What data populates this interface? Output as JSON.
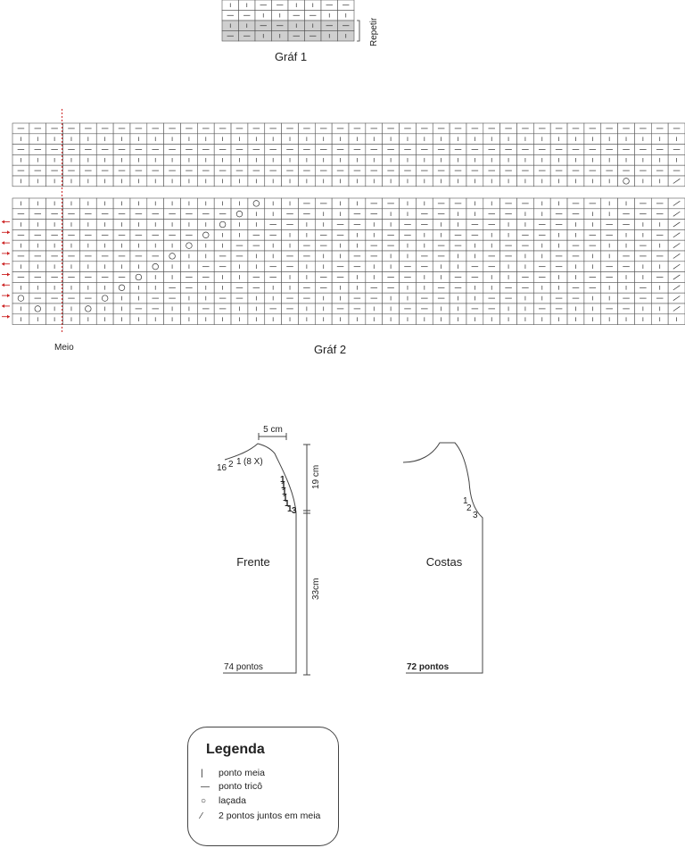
{
  "chart1": {
    "label": "Gráf 1",
    "repeat_label": "Repetir",
    "rows": [
      [
        "|",
        "|",
        "—",
        "—",
        "|",
        "|",
        "—",
        "—"
      ],
      [
        "—",
        "—",
        "|",
        "|",
        "—",
        "—",
        "|",
        "|"
      ],
      [
        "|",
        "|",
        "—",
        "—",
        "|",
        "|",
        "—",
        "—"
      ],
      [
        "—",
        "—",
        "|",
        "|",
        "—",
        "—",
        "|",
        "|"
      ]
    ],
    "shaded_rows": [
      2,
      3
    ],
    "repeat_rows": [
      2,
      3
    ]
  },
  "chart2": {
    "label": "Gráf 2",
    "middle_label": "Meio",
    "top_rows": [
      [
        "—",
        "—",
        "—",
        "—",
        "—",
        "—",
        "—",
        "—",
        "—",
        "—",
        "—",
        "—",
        "—",
        "—",
        "—",
        "—",
        "—",
        "—",
        "—",
        "—",
        "—",
        "—",
        "—",
        "—",
        "—",
        "—",
        "—",
        "—",
        "—",
        "—",
        "—",
        "—",
        "—",
        "—",
        "—",
        "—",
        "—",
        "—",
        "—",
        "—"
      ],
      [
        "|",
        "|",
        "|",
        "|",
        "|",
        "|",
        "|",
        "|",
        "|",
        "|",
        "|",
        "|",
        "|",
        "|",
        "|",
        "|",
        "|",
        "|",
        "|",
        "|",
        "|",
        "|",
        "|",
        "|",
        "|",
        "|",
        "|",
        "|",
        "|",
        "|",
        "|",
        "|",
        "|",
        "|",
        "|",
        "|",
        "|",
        "|",
        "|",
        "|"
      ],
      [
        "—",
        "—",
        "—",
        "—",
        "—",
        "—",
        "—",
        "—",
        "—",
        "—",
        "—",
        "—",
        "—",
        "—",
        "—",
        "—",
        "—",
        "—",
        "—",
        "—",
        "—",
        "—",
        "—",
        "—",
        "—",
        "—",
        "—",
        "—",
        "—",
        "—",
        "—",
        "—",
        "—",
        "—",
        "—",
        "—",
        "—",
        "—",
        "—",
        "—"
      ],
      [
        "|",
        "|",
        "|",
        "|",
        "|",
        "|",
        "|",
        "|",
        "|",
        "|",
        "|",
        "|",
        "|",
        "|",
        "|",
        "|",
        "|",
        "|",
        "|",
        "|",
        "|",
        "|",
        "|",
        "|",
        "|",
        "|",
        "|",
        "|",
        "|",
        "|",
        "|",
        "|",
        "|",
        "|",
        "|",
        "|",
        "|",
        "|",
        "|",
        "|"
      ],
      [
        "—",
        "—",
        "—",
        "—",
        "—",
        "—",
        "—",
        "—",
        "—",
        "—",
        "—",
        "—",
        "—",
        "—",
        "—",
        "—",
        "—",
        "—",
        "—",
        "—",
        "—",
        "—",
        "—",
        "—",
        "—",
        "—",
        "—",
        "—",
        "—",
        "—",
        "—",
        "—",
        "—",
        "—",
        "—",
        "—",
        "—",
        "—",
        "—",
        "—"
      ],
      [
        "|",
        "|",
        "|",
        "|",
        "|",
        "|",
        "|",
        "|",
        "|",
        "|",
        "|",
        "|",
        "|",
        "|",
        "|",
        "|",
        "|",
        "|",
        "|",
        "|",
        "|",
        "|",
        "|",
        "|",
        "|",
        "|",
        "|",
        "|",
        "|",
        "|",
        "|",
        "|",
        "|",
        "|",
        "|",
        "|",
        "○",
        "|",
        "|",
        "⁄"
      ]
    ],
    "bottom_rows": [
      [
        "|",
        "|",
        "|",
        "|",
        "|",
        "|",
        "|",
        "|",
        "|",
        "|",
        "|",
        "|",
        "|",
        "|",
        "○",
        "|",
        "|",
        "—",
        "—",
        "|",
        "|",
        "—",
        "—",
        "|",
        "|",
        "—",
        "—",
        "|",
        "|",
        "—",
        "—",
        "|",
        "|",
        "—",
        "—",
        "|",
        "|",
        "—",
        "—",
        "⁄"
      ],
      [
        "—",
        "—",
        "—",
        "—",
        "—",
        "—",
        "—",
        "—",
        "—",
        "—",
        "—",
        "—",
        "—",
        "○",
        "|",
        "|",
        "—",
        "—",
        "|",
        "|",
        "—",
        "—",
        "|",
        "|",
        "—",
        "—",
        "|",
        "|",
        "—",
        "—",
        "|",
        "|",
        "—",
        "—",
        "|",
        "|",
        "—",
        "—",
        "—",
        "⁄"
      ],
      [
        "|",
        "|",
        "|",
        "|",
        "|",
        "|",
        "|",
        "|",
        "|",
        "|",
        "|",
        "|",
        "○",
        "|",
        "|",
        "—",
        "—",
        "|",
        "|",
        "—",
        "—",
        "|",
        "|",
        "—",
        "—",
        "|",
        "|",
        "—",
        "—",
        "|",
        "|",
        "—",
        "—",
        "|",
        "|",
        "—",
        "—",
        "|",
        "|",
        "⁄"
      ],
      [
        "—",
        "—",
        "—",
        "—",
        "—",
        "—",
        "—",
        "—",
        "—",
        "—",
        "—",
        "○",
        "|",
        "|",
        "—",
        "—",
        "|",
        "|",
        "—",
        "—",
        "|",
        "|",
        "—",
        "—",
        "|",
        "|",
        "—",
        "—",
        "|",
        "|",
        "—",
        "—",
        "|",
        "|",
        "—",
        "—",
        "|",
        "|",
        "—",
        "⁄"
      ],
      [
        "|",
        "|",
        "|",
        "|",
        "|",
        "|",
        "|",
        "|",
        "|",
        "|",
        "○",
        "|",
        "|",
        "—",
        "—",
        "|",
        "|",
        "—",
        "—",
        "|",
        "|",
        "—",
        "—",
        "|",
        "|",
        "—",
        "—",
        "|",
        "|",
        "—",
        "—",
        "|",
        "|",
        "—",
        "—",
        "|",
        "|",
        "—",
        "|",
        "⁄"
      ],
      [
        "—",
        "—",
        "—",
        "—",
        "—",
        "—",
        "—",
        "—",
        "—",
        "○",
        "|",
        "|",
        "—",
        "—",
        "|",
        "|",
        "—",
        "—",
        "|",
        "|",
        "—",
        "—",
        "|",
        "|",
        "—",
        "—",
        "|",
        "|",
        "—",
        "—",
        "|",
        "|",
        "—",
        "—",
        "|",
        "|",
        "—",
        "—",
        "—",
        "⁄"
      ],
      [
        "|",
        "|",
        "|",
        "|",
        "|",
        "|",
        "|",
        "|",
        "○",
        "|",
        "|",
        "—",
        "—",
        "|",
        "|",
        "—",
        "—",
        "|",
        "|",
        "—",
        "—",
        "|",
        "|",
        "—",
        "—",
        "|",
        "|",
        "—",
        "—",
        "|",
        "|",
        "—",
        "—",
        "|",
        "|",
        "—",
        "—",
        "|",
        "|",
        "⁄"
      ],
      [
        "—",
        "—",
        "—",
        "—",
        "—",
        "—",
        "—",
        "○",
        "|",
        "|",
        "—",
        "—",
        "|",
        "|",
        "—",
        "—",
        "|",
        "|",
        "—",
        "—",
        "|",
        "|",
        "—",
        "—",
        "|",
        "|",
        "—",
        "—",
        "|",
        "|",
        "—",
        "—",
        "|",
        "|",
        "—",
        "—",
        "|",
        "|",
        "—",
        "⁄"
      ],
      [
        "|",
        "|",
        "|",
        "|",
        "|",
        "|",
        "○",
        "|",
        "|",
        "—",
        "—",
        "|",
        "|",
        "—",
        "—",
        "|",
        "|",
        "—",
        "—",
        "|",
        "|",
        "—",
        "—",
        "|",
        "|",
        "—",
        "—",
        "|",
        "|",
        "—",
        "—",
        "|",
        "|",
        "—",
        "—",
        "|",
        "|",
        "—",
        "|",
        "⁄"
      ],
      [
        "○",
        "—",
        "—",
        "—",
        "—",
        "○",
        "|",
        "|",
        "—",
        "—",
        "|",
        "|",
        "—",
        "—",
        "|",
        "|",
        "—",
        "—",
        "|",
        "|",
        "—",
        "—",
        "|",
        "|",
        "—",
        "—",
        "|",
        "|",
        "—",
        "—",
        "|",
        "|",
        "—",
        "—",
        "|",
        "|",
        "—",
        "—",
        "—",
        "⁄"
      ],
      [
        "|",
        "○",
        "|",
        "|",
        "○",
        "|",
        "|",
        "—",
        "—",
        "|",
        "|",
        "—",
        "—",
        "|",
        "|",
        "—",
        "—",
        "|",
        "|",
        "—",
        "—",
        "|",
        "|",
        "—",
        "—",
        "|",
        "|",
        "—",
        "—",
        "|",
        "|",
        "—",
        "—",
        "|",
        "|",
        "—",
        "—",
        "|",
        "|",
        "⁄"
      ],
      [
        "|",
        "|",
        "|",
        "|",
        "|",
        "|",
        "|",
        "|",
        "|",
        "|",
        "|",
        "|",
        "|",
        "|",
        "|",
        "|",
        "|",
        "|",
        "|",
        "|",
        "|",
        "|",
        "|",
        "|",
        "|",
        "|",
        "|",
        "|",
        "|",
        "|",
        "|",
        "|",
        "|",
        "|",
        "|",
        "|",
        "|",
        "|",
        "|",
        "|"
      ]
    ],
    "arrow_rows": [
      2,
      3,
      4,
      5,
      6,
      7,
      8,
      9,
      10,
      11
    ]
  },
  "schematic": {
    "front_label": "Frente",
    "back_label": "Costas",
    "front_stitches": "74 pontos",
    "back_stitches": "72 pontos",
    "shoulder_width": "5 cm",
    "neck_depth": "19 cm",
    "body_length": "33cm",
    "front_neck_numbers": [
      "16",
      "2",
      "1",
      "(8 X)"
    ],
    "front_armhole_numbers": [
      "1",
      "1",
      "1",
      "1",
      "1",
      "1",
      "3"
    ],
    "back_armhole_numbers": [
      "1",
      "2",
      "3"
    ]
  },
  "legend": {
    "title": "Legenda",
    "items": [
      {
        "symbol": "|",
        "label": "ponto meia"
      },
      {
        "symbol": "—",
        "label": "ponto tricô"
      },
      {
        "symbol": "○",
        "label": "laçada"
      },
      {
        "symbol": "⁄",
        "label": "2 pontos juntos em meia"
      }
    ]
  },
  "colors": {
    "arrow": "#cc2222",
    "middle_line": "#cc2222",
    "shaded": "#cfcfcf",
    "grid": "#555555"
  }
}
